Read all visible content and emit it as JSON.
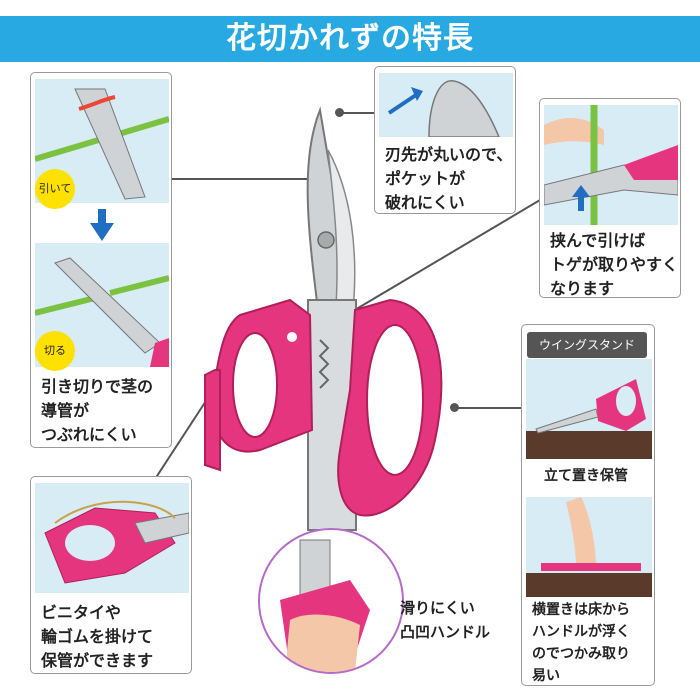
{
  "header": {
    "title": "花切かれずの特長"
  },
  "panels": {
    "left_top": {
      "step1_tag": "引いて",
      "step2_tag": "切る",
      "caption": "引き切りで茎の\n導管が\nつぶれにくい"
    },
    "tip": {
      "caption": "刃先が丸いので、\nポケットが\n破れにくい"
    },
    "thorn": {
      "caption": "挟んで引けば\nトゲが取りやすく\nなります"
    },
    "wing_stand": {
      "tag": "ウイングスタンド",
      "caption1": "立て置き保管",
      "caption2": "横置きは床から\nハンドルが浮く\nのでつかみ取り\n易い"
    },
    "tie": {
      "caption": "ビニタイや\n輪ゴムを掛けて\n保管ができます"
    },
    "grip": {
      "caption": "滑りにくい\n凸凹ハンドル"
    }
  },
  "colors": {
    "banner": "#29a9e1",
    "handle": "#e6357f",
    "highlight": "#ffe100",
    "arrow": "#1f6ec4"
  }
}
